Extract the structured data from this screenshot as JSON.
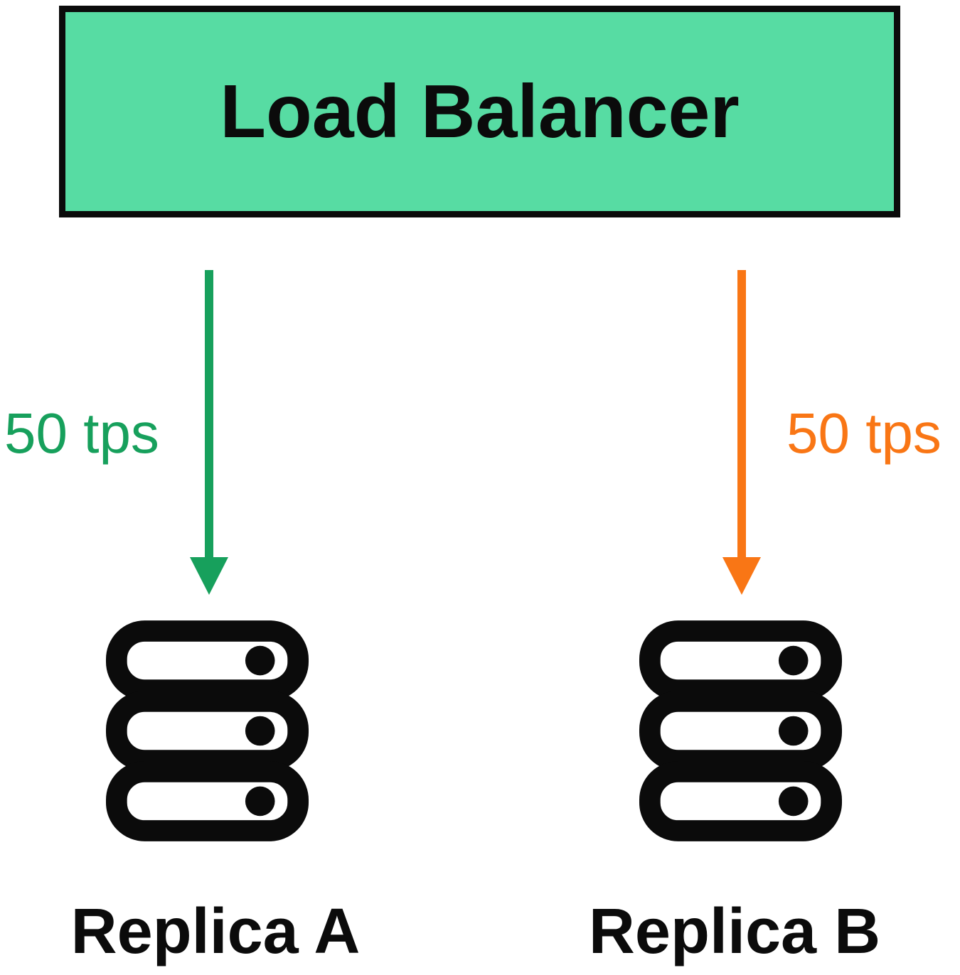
{
  "diagram": {
    "load_balancer": {
      "label": "Load Balancer"
    },
    "flows": [
      {
        "label": "50 tps",
        "color": "#17A05C",
        "to": "Replica A"
      },
      {
        "label": "50 tps",
        "color": "#F97615",
        "to": "Replica B"
      }
    ],
    "nodes": [
      {
        "label": "Replica A",
        "icon": "database-icon"
      },
      {
        "label": "Replica B",
        "icon": "database-icon"
      }
    ]
  },
  "colors": {
    "ink": "#0B0B0B",
    "box-fill": "#57DCA3",
    "green-accent": "#17A05C",
    "orange-accent": "#F97615",
    "background": "#FFFFFF"
  }
}
